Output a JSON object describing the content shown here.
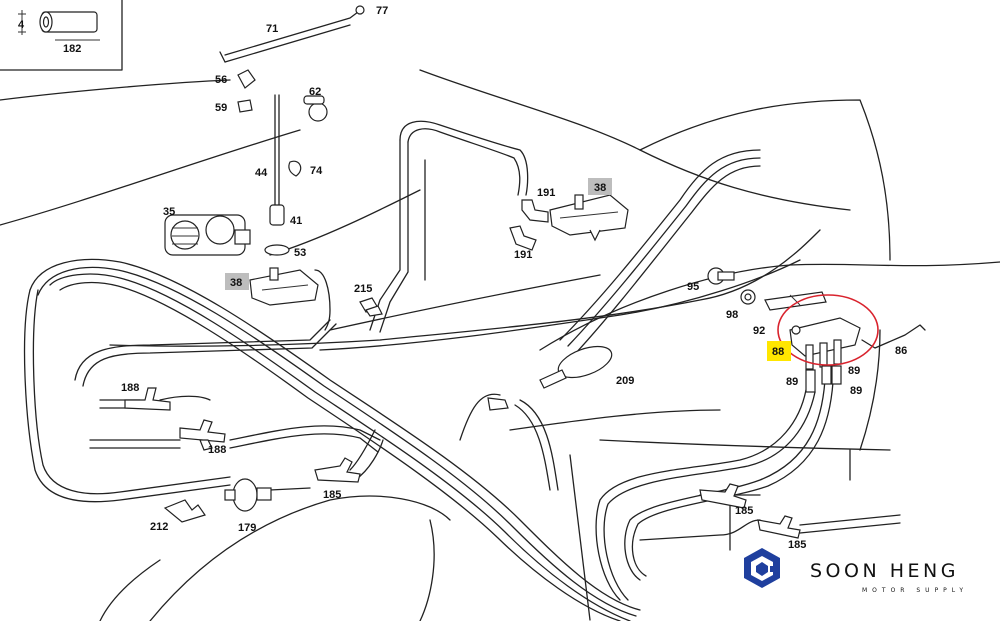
{
  "callouts": [
    {
      "id": "c182",
      "text": "182"
    },
    {
      "id": "c4",
      "text": "4"
    },
    {
      "id": "c71",
      "text": "71"
    },
    {
      "id": "c77",
      "text": "77"
    },
    {
      "id": "c56",
      "text": "56"
    },
    {
      "id": "c62",
      "text": "62"
    },
    {
      "id": "c59",
      "text": "59"
    },
    {
      "id": "c44",
      "text": "44"
    },
    {
      "id": "c74",
      "text": "74"
    },
    {
      "id": "c35",
      "text": "35"
    },
    {
      "id": "c41",
      "text": "41"
    },
    {
      "id": "c53",
      "text": "53"
    },
    {
      "id": "c38a",
      "text": "38",
      "highlight": "#bdbdbd"
    },
    {
      "id": "c191a",
      "text": "191"
    },
    {
      "id": "c38b",
      "text": "38",
      "highlight": "#bdbdbd"
    },
    {
      "id": "c191b",
      "text": "191"
    },
    {
      "id": "c215",
      "text": "215"
    },
    {
      "id": "c95",
      "text": "95"
    },
    {
      "id": "c98",
      "text": "98"
    },
    {
      "id": "c92",
      "text": "92"
    },
    {
      "id": "c88",
      "text": "88",
      "highlight": "#ffe600"
    },
    {
      "id": "c86",
      "text": "86"
    },
    {
      "id": "c89a",
      "text": "89"
    },
    {
      "id": "c89b",
      "text": "89"
    },
    {
      "id": "c89c",
      "text": "89"
    },
    {
      "id": "c209",
      "text": "209"
    },
    {
      "id": "c188a",
      "text": "188"
    },
    {
      "id": "c188b",
      "text": "188"
    },
    {
      "id": "c185a",
      "text": "185"
    },
    {
      "id": "c185b",
      "text": "185"
    },
    {
      "id": "c185c",
      "text": "185"
    },
    {
      "id": "c212",
      "text": "212"
    },
    {
      "id": "c179",
      "text": "179"
    }
  ],
  "logo": {
    "name": "SOON HENG",
    "tagline": "MOTOR SUPPLY",
    "icon": "soon-heng-cube-logo",
    "color": "#1f3f9e"
  },
  "highlight_circle": {
    "target_part": "88",
    "color": "#d9232d"
  }
}
